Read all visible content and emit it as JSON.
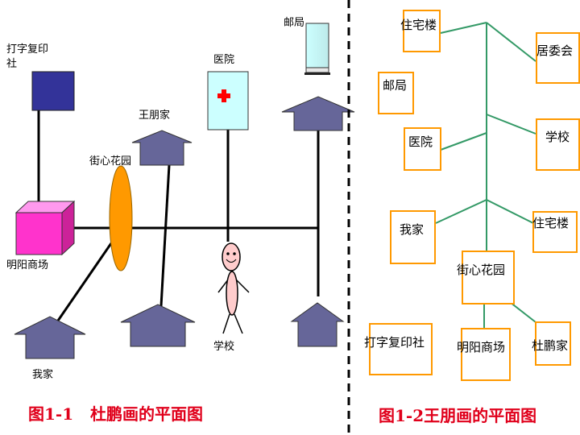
{
  "left_map": {
    "labels": {
      "print_shop_line1": "打字复印",
      "print_shop_line2": "社",
      "post_office": "邮局",
      "hospital": "医院",
      "wang_home": "王朋家",
      "garden": "街心花园",
      "mall": "明阳商场",
      "school": "学校",
      "my_home": "我家"
    },
    "caption": "图1-1   杜鹏画的平面图"
  },
  "right_map": {
    "labels": {
      "residential_top": "住宅楼",
      "post_office": "邮局",
      "committee": "居委会",
      "hospital": "医院",
      "school": "学校",
      "my_home": "我家",
      "residential_mid": "住宅楼",
      "garden": "街心花园",
      "print_shop": "打字复印社",
      "mall": "明阳商场",
      "du_home": "杜鹏家"
    },
    "caption": "图1-2王朋画的平面图"
  },
  "colors": {
    "road": "#000000",
    "house": "#666699",
    "print_shop": "#333399",
    "mall": "#ff33cc",
    "garden": "#ff9900",
    "hospital": "#ccffff",
    "person": "#ffcccc",
    "box_border": "#ff9900",
    "green_line": "#339966",
    "caption": "#e0001b",
    "divider": "#000000"
  }
}
